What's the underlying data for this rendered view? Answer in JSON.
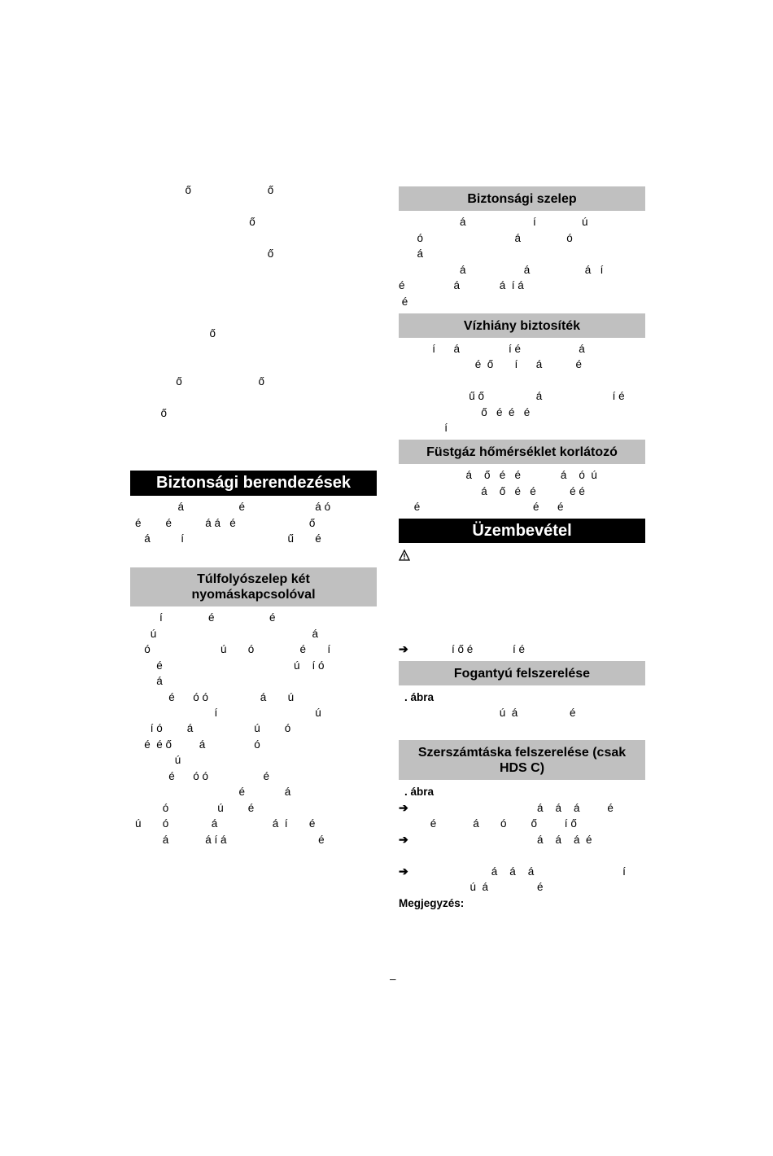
{
  "left_top_lines": [
    "                  ő                         ő",
    "                                       ő",
    "                                             ő",
    "                          ő",
    "               ő                         ő",
    "          ő"
  ],
  "safety_devices": {
    "title": "Biztonsági berendezések",
    "lines": [
      "              á                  é                       á ó",
      "é        é           á á   é                        ő",
      "   á          í                                  ű       é"
    ]
  },
  "overflow_valve": {
    "title_line1": "Túlfolyószelep két",
    "title_line2": "nyomáskapcsolóval",
    "lines": [
      "        í               é                  é",
      "     ú                                                   á",
      "   ó                       ú       ó               é       í",
      "       é                                           ú    í ó",
      "       á",
      "           é      ó ó                 á       ú",
      "                          í                                ú",
      "     í ó        á                    ú        ó",
      "   é  é ő         á                ó",
      "             ú",
      "           é      ó ó                  é",
      "                                  é             á",
      "         ó                ú        é",
      "ú       ó              á                  á  í       é",
      "         á            á í á                              é"
    ]
  },
  "safety_valve": {
    "title": "Biztonsági szelep",
    "lines": [
      "                    á                      í               ú",
      "      ó                              á               ó",
      "      á",
      "                    á                   á                  á   í",
      "é                á             á  í á",
      " é"
    ]
  },
  "water_shortage": {
    "title": "Vízhiány biztosíték",
    "lines": [
      "           í      á                í é                   á",
      "                         é  ő       í      á           é",
      "",
      "                       ű ő                 á                       í é",
      "                           ő   é  é   é",
      "               í"
    ]
  },
  "flue_gas": {
    "title": "Füstgáz hőmérséklet korlátozó",
    "lines": [
      "                      á    ő   é   é             á    ó  ú",
      "                           á    ő   é   é           é é",
      "     é                                     é      é"
    ]
  },
  "commissioning": {
    "title": "Üzembevétel",
    "step_line": "            í ő é             í é"
  },
  "handle": {
    "title": "Fogantyú felszerelése",
    "figure_label": ". ábra",
    "line": "                                 ú  á                 é"
  },
  "tool_bag": {
    "title_line1": "Szerszámtáska felszerelése (csak",
    "title_line2": "HDS C)",
    "figure_label": ". ábra",
    "step1_a": "                                        á    á    á         é",
    "step1_b": "     é            á       ó        ő         í ő",
    "step2": "                                        á    á    á  é",
    "step3_a": "                         á    á    á                             í",
    "step3_b": "                  ú  á                é",
    "note_label": "Megjegyzés:"
  },
  "footer": {
    "page_marker": "–"
  },
  "icons": {
    "arrow": "arrow-right-icon",
    "warning": "warning-triangle-icon"
  }
}
